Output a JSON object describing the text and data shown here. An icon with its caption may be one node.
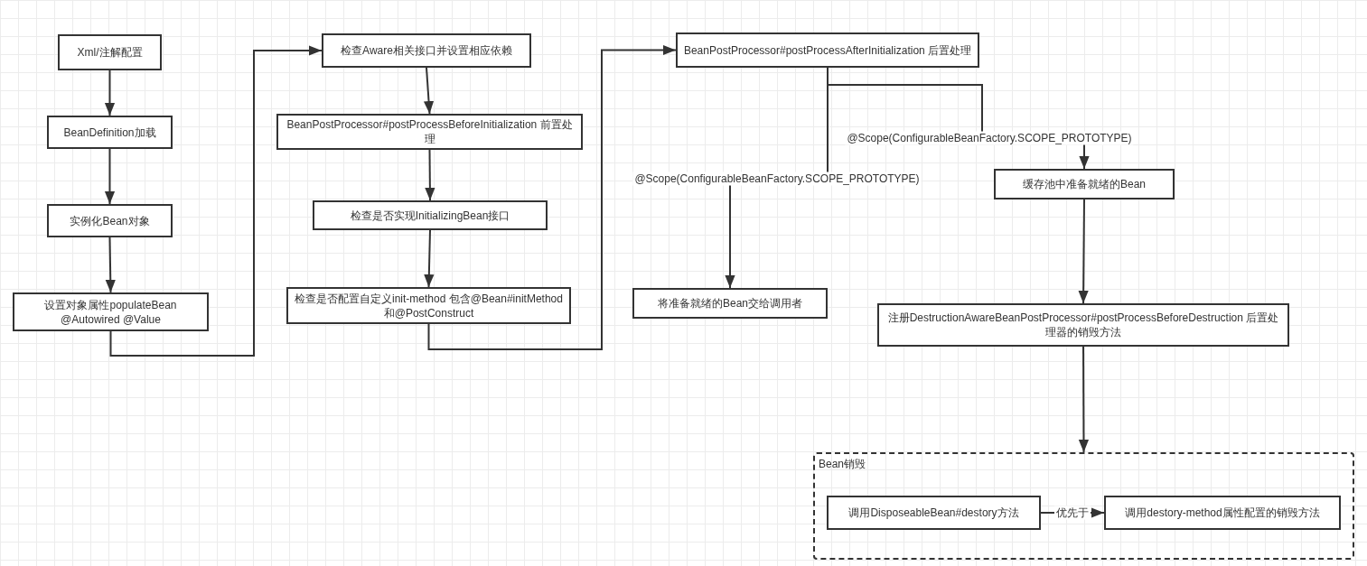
{
  "diagram": {
    "nodes": [
      {
        "text": [
          "Xml/注解配置"
        ]
      },
      {
        "text": [
          "BeanDefinition加载"
        ]
      },
      {
        "text": [
          "实例化Bean对象"
        ]
      },
      {
        "text": [
          "设置对象属性populateBean @Autowired @Value"
        ]
      },
      {
        "text": [
          "检查Aware相关接口并设置相应依赖"
        ]
      },
      {
        "text": [
          "BeanPostProcessor#postProcessBeforeInitialization 前置处理"
        ]
      },
      {
        "text": [
          "检查是否实现InitializingBean接口"
        ]
      },
      {
        "text": [
          "检查是否配置自定义init-method 包含@Bean#initMethod和@PostConstruct"
        ]
      },
      {
        "text": [
          "BeanPostProcessor#postProcessAfterInitialization 后置处理"
        ]
      },
      {
        "text": [
          "将准备就绪的Bean交给调用者"
        ]
      },
      {
        "text": [
          "缓存池中准备就绪的Bean"
        ]
      },
      {
        "text": [
          "注册DestructionAwareBeanPostProcessor#postProcessBeforeDestruction 后置处理器的销毁方法"
        ]
      },
      {
        "text": [
          "Bean销毁"
        ]
      },
      {
        "text": [
          "调用DisposeableBean#destory方法"
        ],
        "in": 12
      },
      {
        "text": [
          "调用destory-method属性配置的销毁方法"
        ],
        "in": 12
      }
    ],
    "edges": [
      {
        "from": 0,
        "to": 1,
        "arrow": "to"
      },
      {
        "from": 1,
        "to": 2,
        "arrow": "to"
      },
      {
        "from": 2,
        "to": 3,
        "arrow": "to"
      },
      {
        "from": 3,
        "to": 4,
        "arrow": "to"
      },
      {
        "from": 4,
        "to": 5,
        "arrow": "to"
      },
      {
        "from": 5,
        "to": 6,
        "arrow": "to"
      },
      {
        "from": 6,
        "to": 7,
        "arrow": "to"
      },
      {
        "from": 7,
        "to": 8,
        "arrow": "to"
      },
      {
        "from": 8,
        "to": 9,
        "arrow": "to",
        "label": "@Scope(ConfigurableBeanFactory.SCOPE_PROTOTYPE)"
      },
      {
        "from": 8,
        "to": 10,
        "arrow": "to",
        "label": "@Scope(ConfigurableBeanFactory.SCOPE_PROTOTYPE)"
      },
      {
        "from": 10,
        "to": 11,
        "arrow": "to"
      },
      {
        "from": 11,
        "to": 12,
        "arrow": "to"
      },
      {
        "from": 13,
        "to": 14,
        "arrow": "to",
        "label": "优先于"
      }
    ]
  }
}
